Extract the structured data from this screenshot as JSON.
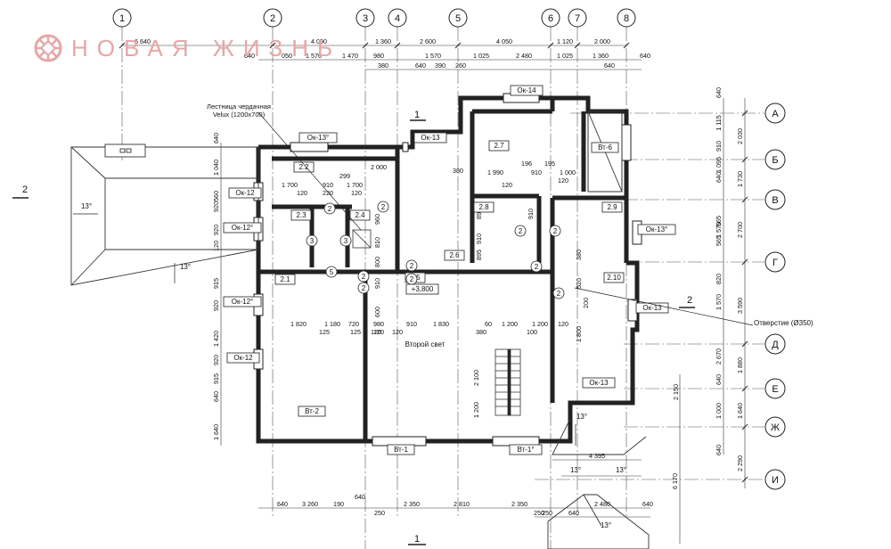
{
  "brand": {
    "name": "НОВАЯ ЖИЗНЬ",
    "accent": "#e7a6a6"
  },
  "colors": {
    "wall": "#222222",
    "line": "#333333",
    "grid": "#555555"
  },
  "axes_top": [
    "1",
    "2",
    "3",
    "4",
    "5",
    "6",
    "7",
    "8"
  ],
  "axes_right": [
    "А",
    "Б",
    "В",
    "Г",
    "Д",
    "Е",
    "Ж",
    "И"
  ],
  "section_marks": {
    "left": "2",
    "right": "2",
    "top": "1",
    "bottom": "1"
  },
  "dims_top_row1": [
    "6 640",
    "4 090",
    "1 360",
    "2 600",
    "4 050",
    "1 120",
    "2 000"
  ],
  "dims_top_row2": [
    "640",
    "050",
    "1 570",
    "1 470",
    "980",
    "1 570",
    "1 025",
    "2 480",
    "1 025",
    "1 360",
    "640"
  ],
  "dims_top_row3": [
    "380",
    "640",
    "390",
    "260",
    "640"
  ],
  "dims_bottom_row": [
    "640",
    "3 260",
    "190",
    "640",
    "2 350",
    "2 810",
    "2 350",
    "250",
    "640",
    "250",
    "640"
  ],
  "dims_bottom_extra": [
    "250",
    "2 480",
    "4 395",
    "6 170"
  ],
  "dims_right_inner": [
    "640",
    "1 115",
    "910",
    "1 095",
    "640",
    "1 570",
    "565",
    "565",
    "820",
    "1 570",
    "2 670",
    "640",
    "1 000",
    "640"
  ],
  "dims_right_outer": [
    "2 030",
    "1 730",
    "2 700",
    "3 590",
    "1 880",
    "1 640",
    "2 290",
    "2 150"
  ],
  "dims_left": [
    "640",
    "1 040",
    "560",
    "920",
    "920",
    "120",
    "915",
    "920",
    "1 420",
    "920",
    "915",
    "640",
    "1 640"
  ],
  "dims_interior": [
    "1 700",
    "910",
    "1 700",
    "120",
    "220",
    "120",
    "299",
    "2 000",
    "1 990",
    "196",
    "195",
    "910",
    "1 000",
    "120",
    "120",
    "1 820",
    "1 180",
    "720",
    "980",
    "910",
    "1 830",
    "60",
    "1 200",
    "1 200",
    "125",
    "125",
    "120",
    "120",
    "380",
    "380",
    "100",
    "960",
    "810",
    "800",
    "910",
    "600",
    "895",
    "910",
    "895",
    "910",
    "520",
    "200",
    "380",
    "1 800",
    "2 100",
    "1 200",
    "120",
    "120"
  ],
  "windows": [
    "Ок-13°",
    "Ок-13",
    "Ок-14",
    "Вт-6",
    "Ок-12",
    "Ок-12°",
    "Ок-12°",
    "Ок-12",
    "Ок-13°",
    "Ок-13",
    "Ок-13",
    "Вт-2",
    "Вт-1",
    "Вт-1°"
  ],
  "rooms": [
    "2.1",
    "2.2",
    "2.3",
    "2.4",
    "2.5",
    "2.6",
    "2.7",
    "2.8",
    "2.9",
    "2.10"
  ],
  "zone_numbers": [
    "2",
    "3",
    "3",
    "5",
    "2",
    "2",
    "2",
    "2",
    "2",
    "2",
    "2",
    "2",
    "2"
  ],
  "level": "+3,800",
  "labels": {
    "stair_note_1": "Лестница чердачная",
    "stair_note_2": "Velux (1200х700)",
    "void": "Второй свет",
    "opening": "Отверстие (Ø350)",
    "slope": "13°"
  }
}
